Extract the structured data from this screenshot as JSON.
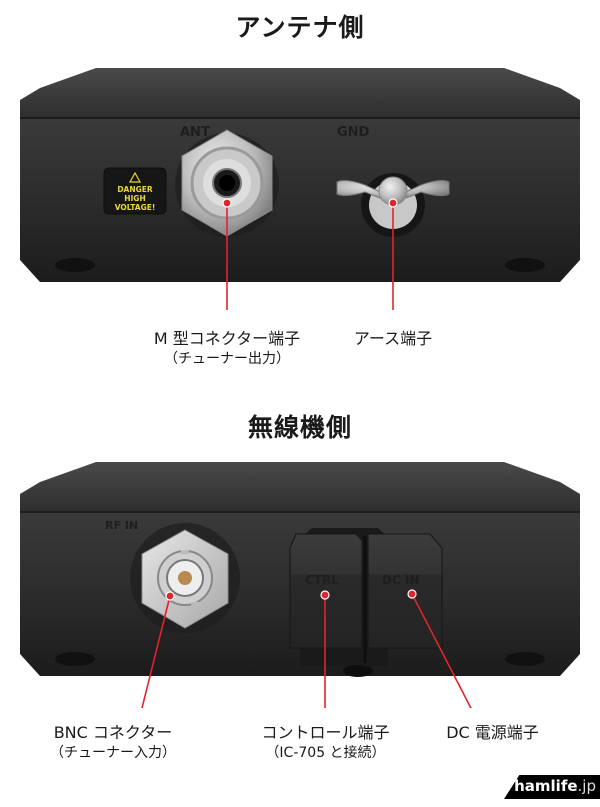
{
  "sections": [
    {
      "title": "アンテナ側",
      "panel_markings": {
        "ant": "ANT",
        "gnd": "GND"
      },
      "warning_badge": {
        "line1": "DANGER",
        "line2": "HIGH",
        "line3": "VOLTAGE!"
      },
      "callouts": [
        {
          "label": "M 型コネクター端子",
          "sub": "（チューナー出力）"
        },
        {
          "label": "アース端子",
          "sub": ""
        }
      ]
    },
    {
      "title": "無線機側",
      "panel_markings": {
        "rf_in": "RF IN",
        "ctrl": "CTRL",
        "dc_in": "DC IN"
      },
      "callouts": [
        {
          "label": "BNC コネクター",
          "sub": "（チューナー入力）"
        },
        {
          "label": "コントロール端子",
          "sub": "（IC-705 と接続）"
        },
        {
          "label": "DC 電源端子",
          "sub": ""
        }
      ]
    }
  ],
  "watermark": {
    "brand": "hamlife",
    "tld": ".jp"
  },
  "colors": {
    "callout_line": "#e0242c",
    "device_body": "#2b2b2b",
    "warning_text": "#e8d83a"
  }
}
